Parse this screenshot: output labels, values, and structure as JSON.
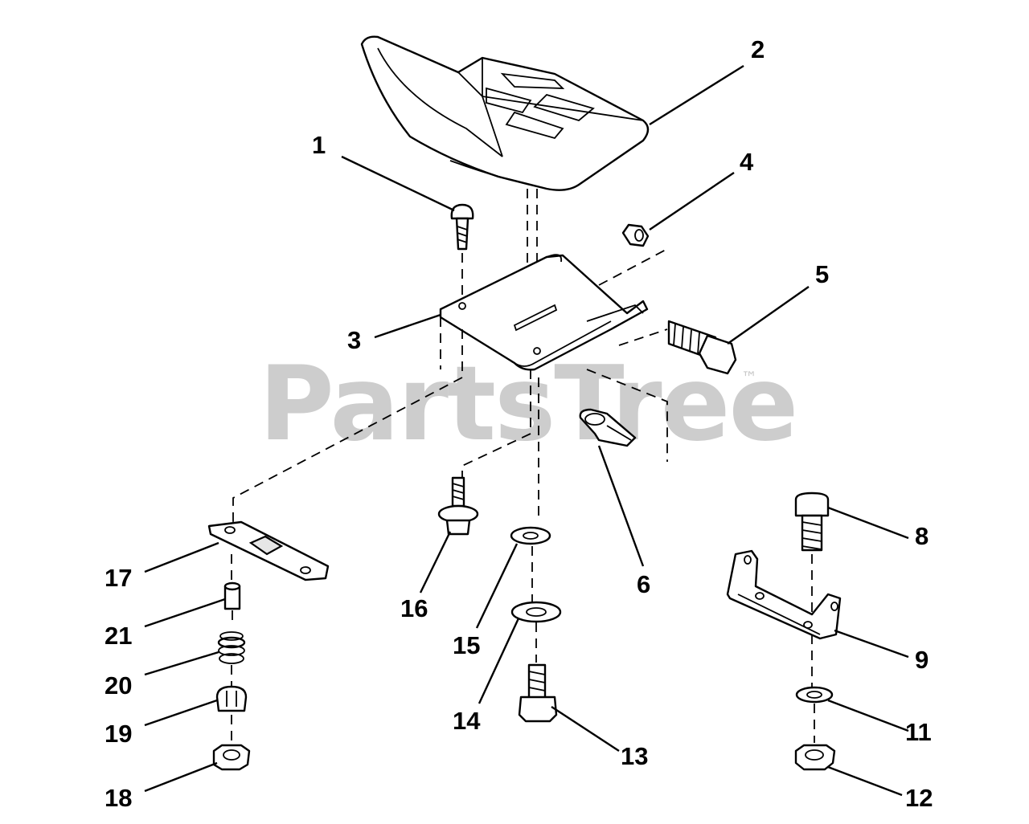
{
  "watermark": {
    "text": "PartsTree",
    "trademark": "™"
  },
  "callouts": [
    {
      "id": "c1",
      "label": "1"
    },
    {
      "id": "c2",
      "label": "2"
    },
    {
      "id": "c3",
      "label": "3"
    },
    {
      "id": "c4",
      "label": "4"
    },
    {
      "id": "c5",
      "label": "5"
    },
    {
      "id": "c6",
      "label": "6"
    },
    {
      "id": "c8",
      "label": "8"
    },
    {
      "id": "c9",
      "label": "9"
    },
    {
      "id": "c11",
      "label": "11"
    },
    {
      "id": "c12",
      "label": "12"
    },
    {
      "id": "c13",
      "label": "13"
    },
    {
      "id": "c14",
      "label": "14"
    },
    {
      "id": "c15",
      "label": "15"
    },
    {
      "id": "c16",
      "label": "16"
    },
    {
      "id": "c17",
      "label": "17"
    },
    {
      "id": "c18",
      "label": "18"
    },
    {
      "id": "c19",
      "label": "19"
    },
    {
      "id": "c20",
      "label": "20"
    },
    {
      "id": "c21",
      "label": "21"
    }
  ]
}
